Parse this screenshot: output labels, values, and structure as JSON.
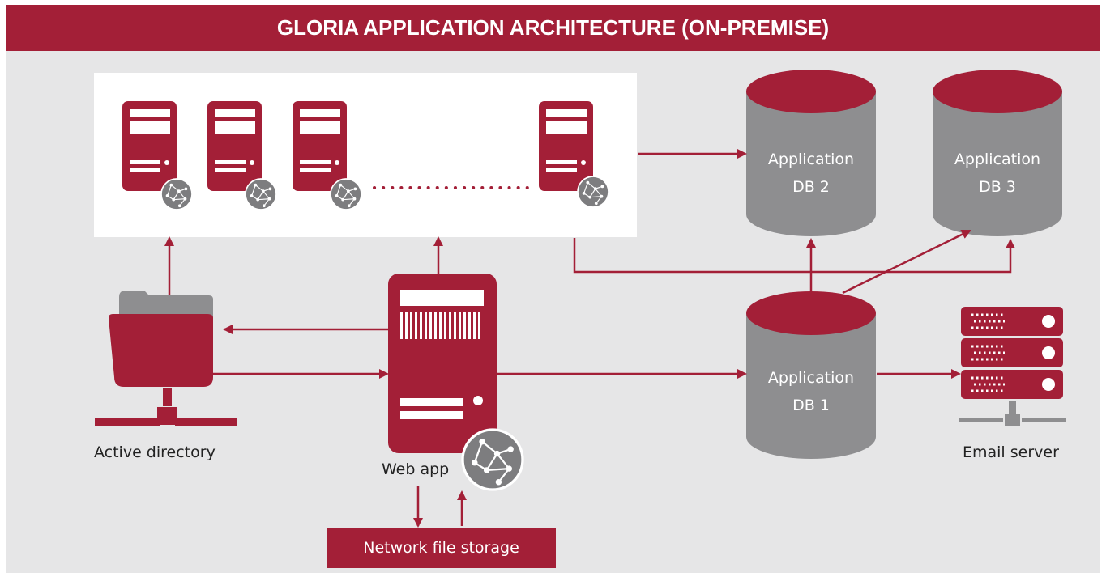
{
  "title": "GLORIA APPLICATION ARCHITECTURE (ON-PREMISE)",
  "nodes": {
    "active_directory": "Active directory",
    "web_app": "Web app",
    "network_file_storage": "Network file storage",
    "email_server": "Email server",
    "db1": {
      "line1": "Application",
      "line2": "DB 1"
    },
    "db2": {
      "line1": "Application",
      "line2": "DB 2"
    },
    "db3": {
      "line1": "Application",
      "line2": "DB 3"
    }
  },
  "colors": {
    "accent": "#a31f37",
    "gray": "#8e8e90",
    "background": "#e6e6e7",
    "panel": "#ffffff"
  },
  "icons": [
    "server-icon",
    "globe-icon",
    "folder-icon",
    "database-icon",
    "rack-server-icon",
    "network-icon"
  ]
}
